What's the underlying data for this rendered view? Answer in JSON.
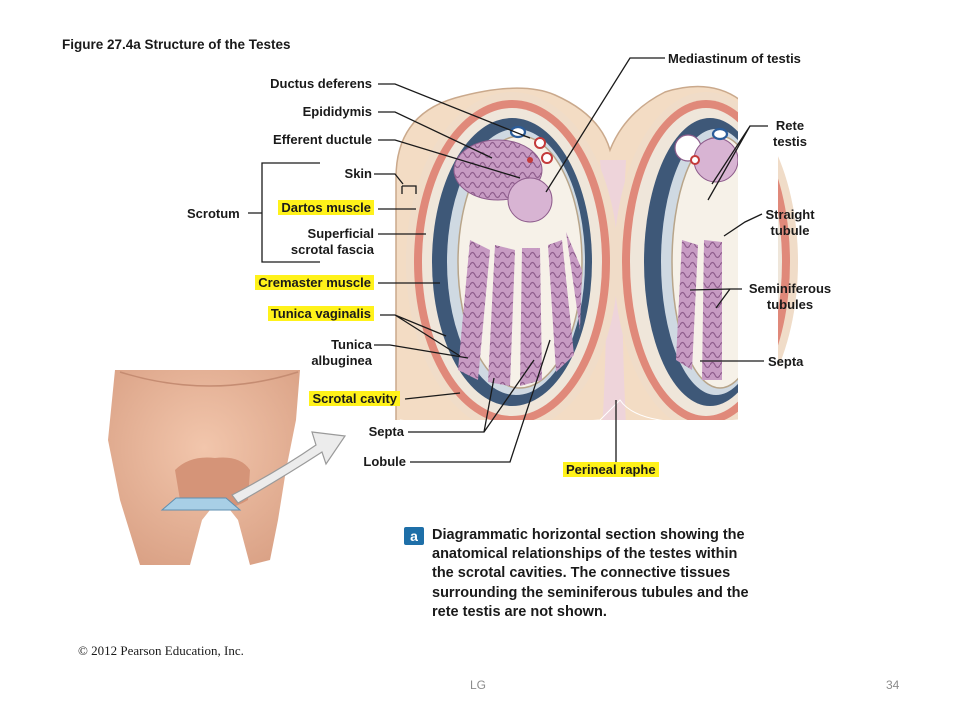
{
  "figure": {
    "title": "Figure 27.4a  Structure of the Testes"
  },
  "labels": {
    "ductus_deferens": "Ductus deferens",
    "epididymis": "Epididymis",
    "efferent_ductule": "Efferent ductule",
    "skin": "Skin",
    "scrotum": "Scrotum",
    "dartos_muscle": "Dartos muscle",
    "superficial_scrotal_fascia": "Superficial\nscrotal fascia",
    "cremaster_muscle": "Cremaster muscle",
    "tunica_vaginalis": "Tunica vaginalis",
    "tunica_albuginea": "Tunica\nalbuginea",
    "scrotal_cavity": "Scrotal cavity",
    "septa_left": "Septa",
    "lobule": "Lobule",
    "mediastinum_of_testis": "Mediastinum of testis",
    "rete_testis": "Rete\ntestis",
    "straight_tubule": "Straight\ntubule",
    "seminiferous_tubules": "Seminiferous\ntubules",
    "septa_right": "Septa",
    "perineal_raphe": "Perineal raphe"
  },
  "caption": {
    "badge": "a",
    "text": "Diagrammatic horizontal section showing the anatomical relationships of the testes within the scrotal cavities. The connective tissues surrounding the seminiferous tubules and the rete testis are not shown."
  },
  "copyright": "© 2012 Pearson Education, Inc.",
  "footer": {
    "left": "LG",
    "right": "34"
  },
  "colors": {
    "highlight": "#fff21a",
    "skin_outer": "#f3dcc4",
    "muscle": "#e0897a",
    "tunica_vaginalis": "#3e5878",
    "tubules": "#c59ac0",
    "badge": "#1e6fa8"
  }
}
